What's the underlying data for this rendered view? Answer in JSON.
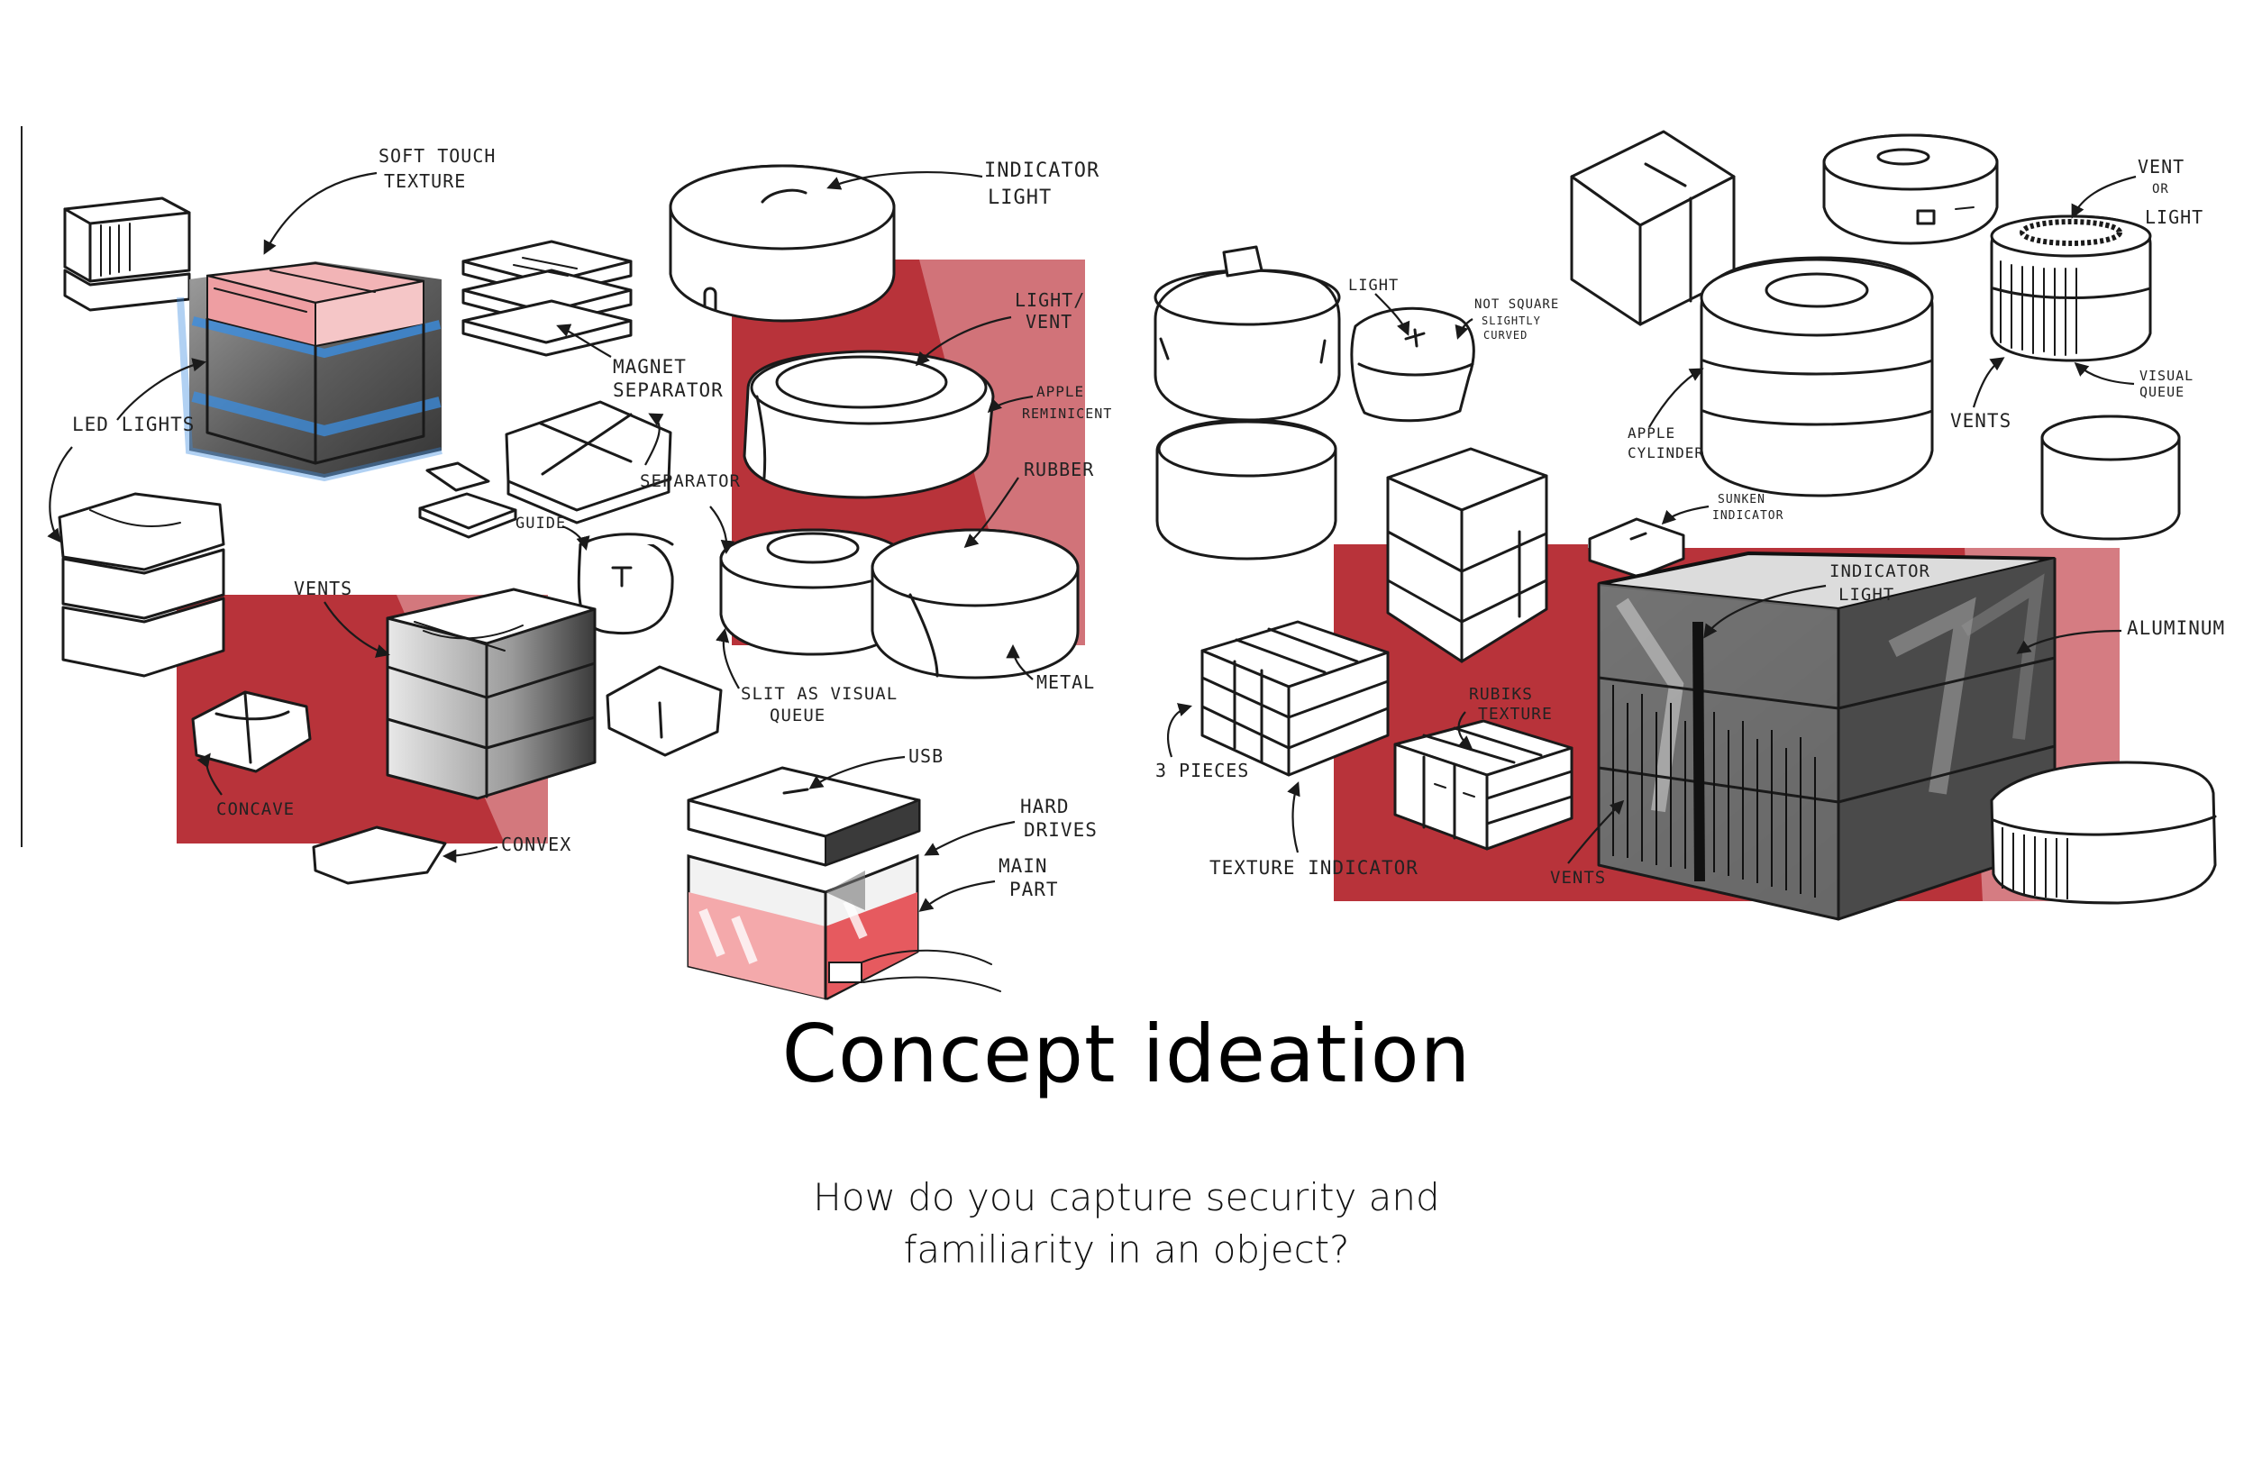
{
  "heading": "Concept ideation",
  "subheading": "How do you capture security and familiarity in an object?",
  "colors": {
    "accent_red": "#b8333a",
    "light_red": "#d98a8f",
    "led_blue": "#3b8de0",
    "soft_pink": "#f2b4b6",
    "ink": "#1a1a1a",
    "dark_gray": "#3a3a3a"
  },
  "annotations": {
    "soft_touch": "SOFT TOUCH",
    "texture": "TEXTURE",
    "led_lights": "LED LIGHTS",
    "magnet": "MAGNET",
    "separator": "SEPARATOR",
    "separator2": "SEPARATOR",
    "guide": "GUIDE",
    "vents_left": "VENTS",
    "concave": "CONCAVE",
    "convex": "CONVEX",
    "indicator": "INDICATOR",
    "light": "LIGHT",
    "light_vent_1": "LIGHT/",
    "light_vent_2": "VENT",
    "apple": "APPLE",
    "reminicent": "REMINICENT",
    "rubber": "RUBBER",
    "slit_1": "SLIT AS VISUAL",
    "slit_2": "QUEUE",
    "metal": "METAL",
    "usb": "USB",
    "hard": "HARD",
    "drives": "DRIVES",
    "main": "MAIN",
    "part": "PART",
    "light_small": "LIGHT",
    "not_square": "NOT SQUARE",
    "slightly": "SLIGHTLY",
    "curved": "CURVED",
    "apple_cyl_1": "APPLE",
    "apple_cyl_2": "CYLINDER",
    "vent_or_light_1": "VENT",
    "vent_or_light_2": "OR",
    "vent_or_light_3": "LIGHT",
    "visual": "VISUAL",
    "queue": "QUEUE",
    "vents_right": "VENTS",
    "sunken": "SUNKEN",
    "sunken_indicator": "INDICATOR",
    "three_pieces": "3 PIECES",
    "rubiks": "RUBIKS",
    "rubiks_texture": "TEXTURE",
    "texture_indicator": "TEXTURE INDICATOR",
    "indicator_big": "INDICATOR",
    "light_big": "LIGHT",
    "aluminum": "ALUMINUM",
    "vents_bottom": "VENTS"
  }
}
